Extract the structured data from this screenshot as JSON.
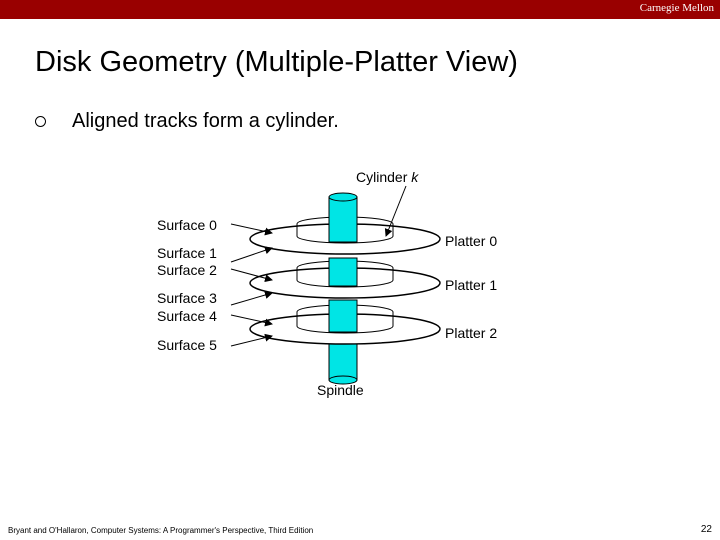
{
  "header": {
    "brand": "Carnegie Mellon"
  },
  "slide": {
    "title": "Disk Geometry (Multiple-Platter View)",
    "bullet": "Aligned tracks form a cylinder."
  },
  "diagram": {
    "cylinder_label": "Cylinder",
    "cylinder_var": "k",
    "surfaces": [
      "Surface 0",
      "Surface 1",
      "Surface 2",
      "Surface 3",
      "Surface 4",
      "Surface 5"
    ],
    "platters": [
      "Platter 0",
      "Platter 1",
      "Platter 2"
    ],
    "spindle": "Spindle"
  },
  "colors": {
    "brand_bar": "#990000",
    "spindle": "#00e5e5"
  },
  "footer": {
    "citation": "Bryant and O'Hallaron, Computer Systems: A Programmer's Perspective, Third Edition",
    "page": "22"
  }
}
